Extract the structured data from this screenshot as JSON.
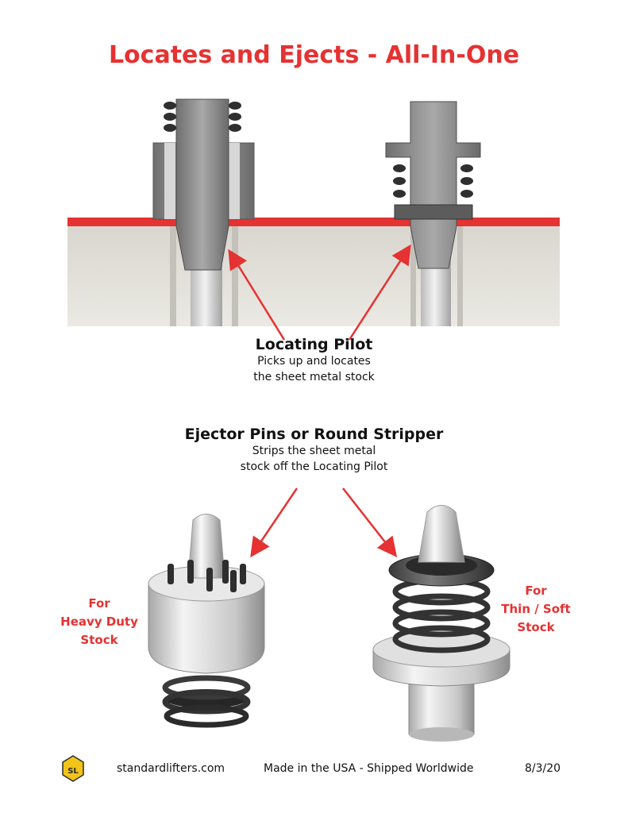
{
  "title": "Locates and Ejects - All-In-One",
  "locating_pilot": {
    "heading": "Locating Pilot",
    "line1": "Picks up and locates",
    "line2": "the sheet metal stock"
  },
  "ejector": {
    "heading": "Ejector Pins or Round Stripper",
    "line1": "Strips the sheet metal",
    "line2": "stock off the Locating Pilot"
  },
  "left_label": [
    "For",
    "Heavy Duty",
    "Stock"
  ],
  "right_label": [
    "For",
    "Thin / Soft",
    "Stock"
  ],
  "footer": {
    "logo_text": "SL",
    "website": "standardlifters.com",
    "tagline": "Made in the USA  -  Shipped Worldwide",
    "date": "8/3/20"
  },
  "colors": {
    "accent_red": "#e53232",
    "logo_yellow": "#f2c318"
  }
}
